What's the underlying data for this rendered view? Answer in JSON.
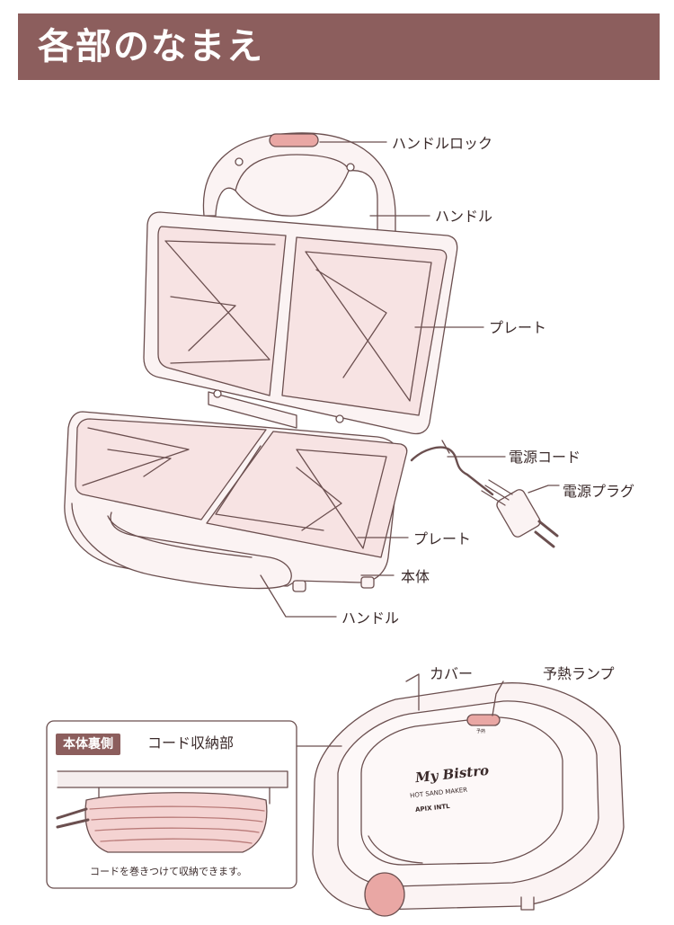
{
  "header": {
    "title": "各部のなまえ"
  },
  "labels": {
    "handle_lock": "ハンドルロック",
    "handle_top": "ハンドル",
    "plate_top": "プレート",
    "power_cord": "電源コード",
    "power_plug": "電源プラグ",
    "plate_bottom": "プレート",
    "body": "本体",
    "handle_bottom": "ハンドル",
    "cover": "カバー",
    "preheat_lamp": "予熱ランプ"
  },
  "inset": {
    "tag": "本体裏側",
    "title": "コード収納部",
    "caption": "コードを巻きつけて収納できます。"
  },
  "product": {
    "logo_main": "My Bistro",
    "logo_sub": "HOT SAND MAKER",
    "brand": "APIX INTL",
    "lamp_mark": "予熱"
  },
  "colors": {
    "header_bg": "#8c5e5d",
    "outline": "#6b4f4f",
    "plate_fill": "#f7e3e3",
    "accent_pink": "#e9a7a4"
  }
}
